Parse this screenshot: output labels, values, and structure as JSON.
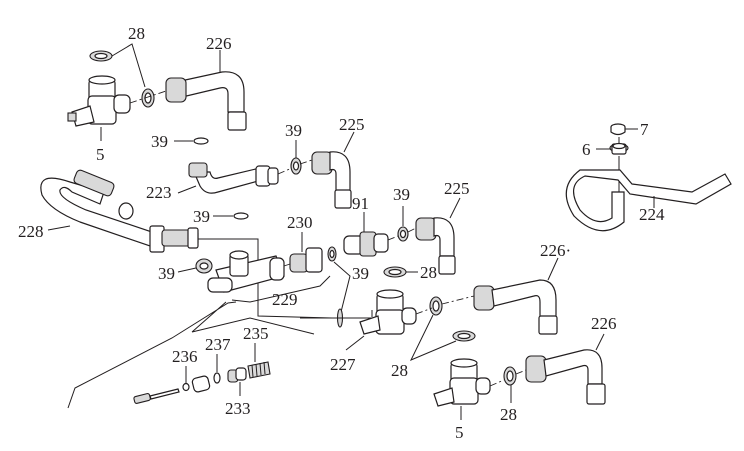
{
  "diagram": {
    "type": "exploded-parts-view",
    "line_color": "#231f20",
    "background": "#ffffff",
    "callouts": {
      "valve_top_left": "5",
      "washer_top_left": "28",
      "pipe_top_left": "226",
      "clip_top": "39",
      "washer_mid_top": "39",
      "pipe_mid_top": "225",
      "pipe_223": "223",
      "bypass_228": "228",
      "clip_mid": "39",
      "washer_left_mid": "39",
      "nipple_230": "230",
      "washer_230": "39",
      "union_91": "91",
      "washer_91": "39",
      "pipe_mid_right": "225",
      "cap_7": "7",
      "nut_6": "6",
      "pipe_224": "224",
      "washer_28_mid": "28",
      "tee_229": "229",
      "pipe_right_mid": "226·",
      "valve_227": "227",
      "washers_28_pair": "28",
      "pin_236": "236",
      "seal_237": "237",
      "spring_235": "235",
      "piston_233": "233",
      "valve_bottom": "5",
      "washer_bottom": "28",
      "pipe_bottom": "226"
    }
  }
}
